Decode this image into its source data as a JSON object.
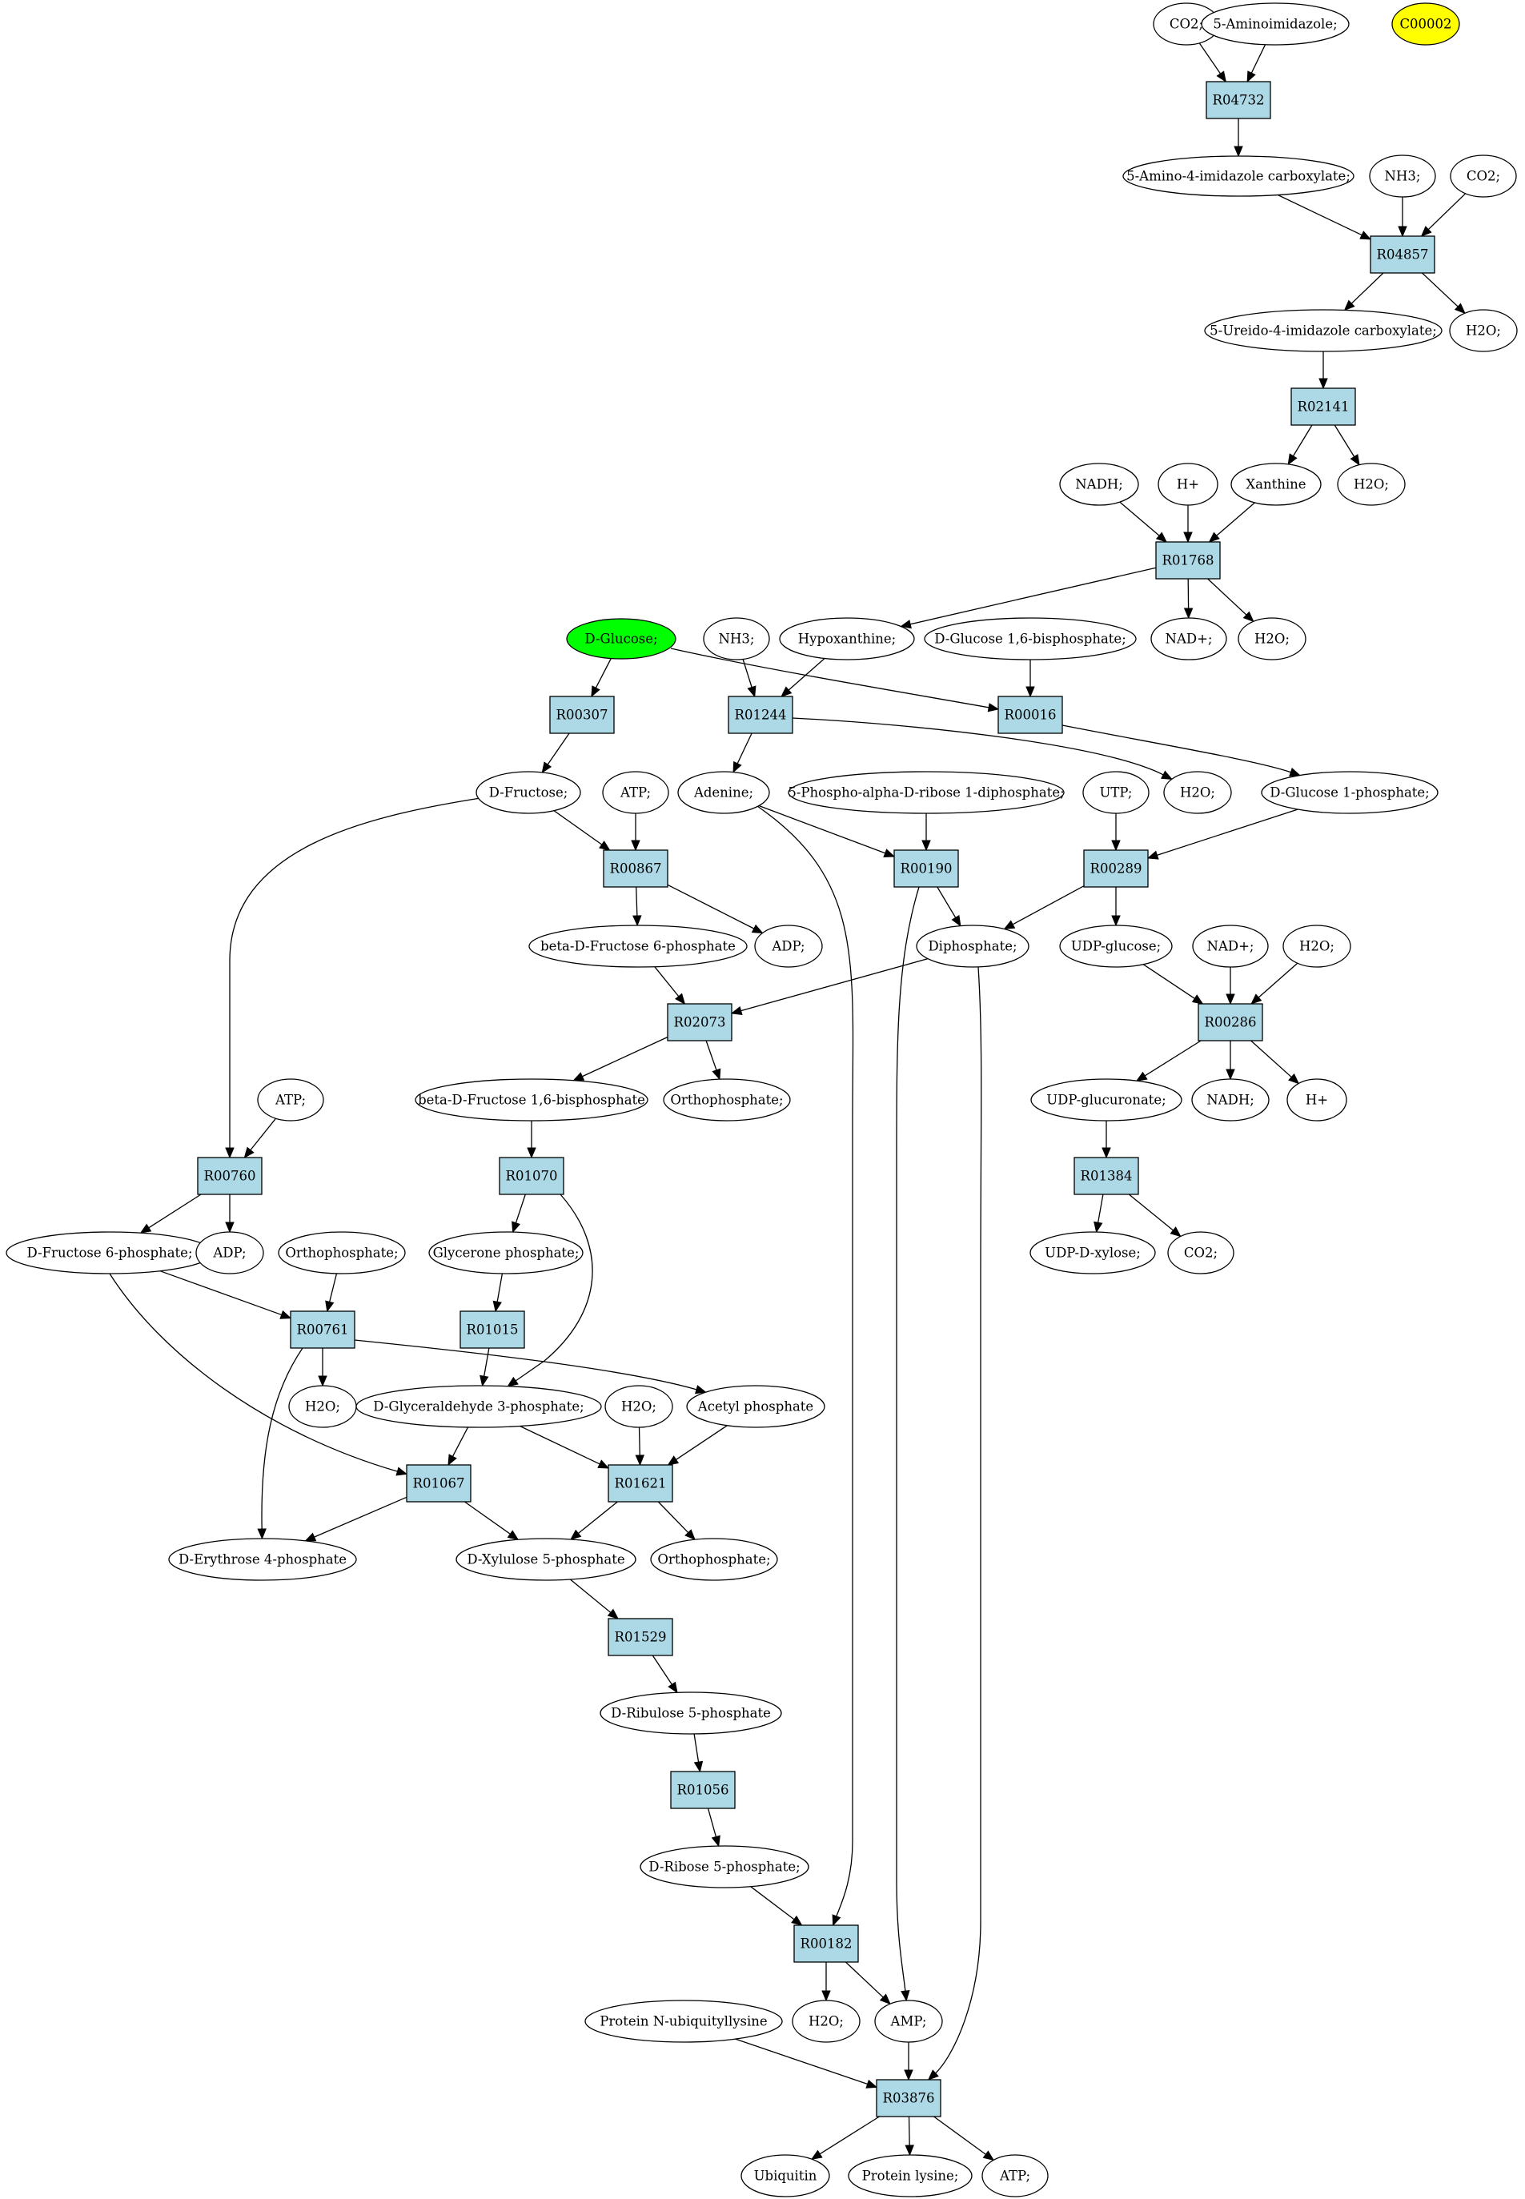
{
  "colors": {
    "reaction_fill": "#add8e6",
    "compound_fill": "#ffffff",
    "start_fill": "#00ff00",
    "target_fill": "#ffff00"
  },
  "nodes": [
    {
      "id": "c_co2_a",
      "kind": "compound",
      "label": "CO2;"
    },
    {
      "id": "c_aminoimid",
      "kind": "compound",
      "label": "5-Aminoimidazole;"
    },
    {
      "id": "c_c00002",
      "kind": "compound",
      "label": "C00002",
      "highlight": "target"
    },
    {
      "id": "r_R04732",
      "kind": "reaction",
      "label": "R04732"
    },
    {
      "id": "c_aaic",
      "kind": "compound",
      "label": "5-Amino-4-imidazole carboxylate;"
    },
    {
      "id": "c_nh3_a",
      "kind": "compound",
      "label": "NH3;"
    },
    {
      "id": "c_co2_b",
      "kind": "compound",
      "label": "CO2;"
    },
    {
      "id": "r_R04857",
      "kind": "reaction",
      "label": "R04857"
    },
    {
      "id": "c_uic",
      "kind": "compound",
      "label": "5-Ureido-4-imidazole carboxylate;"
    },
    {
      "id": "c_h2o_a",
      "kind": "compound",
      "label": "H2O;"
    },
    {
      "id": "r_R02141",
      "kind": "reaction",
      "label": "R02141"
    },
    {
      "id": "c_nadh_a",
      "kind": "compound",
      "label": "NADH;"
    },
    {
      "id": "c_hplus_a",
      "kind": "compound",
      "label": "H+"
    },
    {
      "id": "c_xanthine",
      "kind": "compound",
      "label": "Xanthine"
    },
    {
      "id": "c_h2o_b",
      "kind": "compound",
      "label": "H2O;"
    },
    {
      "id": "r_R01768",
      "kind": "reaction",
      "label": "R01768"
    },
    {
      "id": "c_dglucose",
      "kind": "compound",
      "label": "D-Glucose;",
      "highlight": "start"
    },
    {
      "id": "c_nh3_b",
      "kind": "compound",
      "label": "NH3;"
    },
    {
      "id": "c_hypox",
      "kind": "compound",
      "label": "Hypoxanthine;"
    },
    {
      "id": "c_g16bp",
      "kind": "compound",
      "label": "D-Glucose 1,6-bisphosphate;"
    },
    {
      "id": "c_nadp_a",
      "kind": "compound",
      "label": "NAD+;"
    },
    {
      "id": "c_h2o_c",
      "kind": "compound",
      "label": "H2O;"
    },
    {
      "id": "r_R00307",
      "kind": "reaction",
      "label": "R00307"
    },
    {
      "id": "r_R01244",
      "kind": "reaction",
      "label": "R01244"
    },
    {
      "id": "r_R00016",
      "kind": "reaction",
      "label": "R00016"
    },
    {
      "id": "c_dfructose",
      "kind": "compound",
      "label": "D-Fructose;"
    },
    {
      "id": "c_atp_a",
      "kind": "compound",
      "label": "ATP;"
    },
    {
      "id": "c_adenine",
      "kind": "compound",
      "label": "Adenine;"
    },
    {
      "id": "c_prpp",
      "kind": "compound",
      "label": "5-Phospho-alpha-D-ribose 1-diphosphate;"
    },
    {
      "id": "c_utp",
      "kind": "compound",
      "label": "UTP;"
    },
    {
      "id": "c_h2o_d",
      "kind": "compound",
      "label": "H2O;"
    },
    {
      "id": "c_g1p",
      "kind": "compound",
      "label": "D-Glucose 1-phosphate;"
    },
    {
      "id": "r_R00867",
      "kind": "reaction",
      "label": "R00867"
    },
    {
      "id": "r_R00190",
      "kind": "reaction",
      "label": "R00190"
    },
    {
      "id": "r_R00289",
      "kind": "reaction",
      "label": "R00289"
    },
    {
      "id": "c_bf6p",
      "kind": "compound",
      "label": "beta-D-Fructose 6-phosphate"
    },
    {
      "id": "c_adp_a",
      "kind": "compound",
      "label": "ADP;"
    },
    {
      "id": "c_diphos",
      "kind": "compound",
      "label": "Diphosphate;"
    },
    {
      "id": "c_udpglc",
      "kind": "compound",
      "label": "UDP-glucose;"
    },
    {
      "id": "c_nadp_b",
      "kind": "compound",
      "label": "NAD+;"
    },
    {
      "id": "c_h2o_e",
      "kind": "compound",
      "label": "H2O;"
    },
    {
      "id": "r_R02073",
      "kind": "reaction",
      "label": "R02073"
    },
    {
      "id": "r_R00286",
      "kind": "reaction",
      "label": "R00286"
    },
    {
      "id": "c_atp_b",
      "kind": "compound",
      "label": "ATP;"
    },
    {
      "id": "c_bf16bp",
      "kind": "compound",
      "label": "beta-D-Fructose 1,6-bisphosphate"
    },
    {
      "id": "c_ortho_a",
      "kind": "compound",
      "label": "Orthophosphate;"
    },
    {
      "id": "c_udpglcua",
      "kind": "compound",
      "label": "UDP-glucuronate;"
    },
    {
      "id": "c_nadh_b",
      "kind": "compound",
      "label": "NADH;"
    },
    {
      "id": "c_hplus_b",
      "kind": "compound",
      "label": "H+"
    },
    {
      "id": "r_R00760",
      "kind": "reaction",
      "label": "R00760"
    },
    {
      "id": "r_R01070",
      "kind": "reaction",
      "label": "R01070"
    },
    {
      "id": "r_R01384",
      "kind": "reaction",
      "label": "R01384"
    },
    {
      "id": "c_df6p",
      "kind": "compound",
      "label": "D-Fructose 6-phosphate;"
    },
    {
      "id": "c_adp_b",
      "kind": "compound",
      "label": "ADP;"
    },
    {
      "id": "c_ortho_b",
      "kind": "compound",
      "label": "Orthophosphate;"
    },
    {
      "id": "c_glycp",
      "kind": "compound",
      "label": "Glycerone phosphate;"
    },
    {
      "id": "c_udpxyl",
      "kind": "compound",
      "label": "UDP-D-xylose;"
    },
    {
      "id": "c_co2_c",
      "kind": "compound",
      "label": "CO2;"
    },
    {
      "id": "r_R00761",
      "kind": "reaction",
      "label": "R00761"
    },
    {
      "id": "r_R01015",
      "kind": "reaction",
      "label": "R01015"
    },
    {
      "id": "c_h2o_f",
      "kind": "compound",
      "label": "H2O;"
    },
    {
      "id": "c_dg3p",
      "kind": "compound",
      "label": "D-Glyceraldehyde 3-phosphate;"
    },
    {
      "id": "c_h2o_g",
      "kind": "compound",
      "label": "H2O;"
    },
    {
      "id": "c_acetylp",
      "kind": "compound",
      "label": "Acetyl phosphate"
    },
    {
      "id": "r_R01067",
      "kind": "reaction",
      "label": "R01067"
    },
    {
      "id": "r_R01621",
      "kind": "reaction",
      "label": "R01621"
    },
    {
      "id": "c_de4p",
      "kind": "compound",
      "label": "D-Erythrose 4-phosphate"
    },
    {
      "id": "c_dx5p",
      "kind": "compound",
      "label": "D-Xylulose 5-phosphate"
    },
    {
      "id": "c_ortho_c",
      "kind": "compound",
      "label": "Orthophosphate;"
    },
    {
      "id": "r_R01529",
      "kind": "reaction",
      "label": "R01529"
    },
    {
      "id": "c_dru5p",
      "kind": "compound",
      "label": "D-Ribulose 5-phosphate"
    },
    {
      "id": "r_R01056",
      "kind": "reaction",
      "label": "R01056"
    },
    {
      "id": "c_dr5p",
      "kind": "compound",
      "label": "D-Ribose 5-phosphate;"
    },
    {
      "id": "r_R00182",
      "kind": "reaction",
      "label": "R00182"
    },
    {
      "id": "c_protubq",
      "kind": "compound",
      "label": "Protein N-ubiquityllysine"
    },
    {
      "id": "c_h2o_h",
      "kind": "compound",
      "label": "H2O;"
    },
    {
      "id": "c_amp",
      "kind": "compound",
      "label": "AMP;"
    },
    {
      "id": "r_R03876",
      "kind": "reaction",
      "label": "R03876"
    },
    {
      "id": "c_ubiquitin",
      "kind": "compound",
      "label": "Ubiquitin"
    },
    {
      "id": "c_protlys",
      "kind": "compound",
      "label": "Protein lysine;"
    },
    {
      "id": "c_atp_c",
      "kind": "compound",
      "label": "ATP;"
    }
  ],
  "edges": [
    {
      "from": "c_co2_a",
      "to": "r_R04732"
    },
    {
      "from": "c_aminoimid",
      "to": "r_R04732"
    },
    {
      "from": "r_R04732",
      "to": "c_aaic"
    },
    {
      "from": "c_aaic",
      "to": "r_R04857"
    },
    {
      "from": "c_nh3_a",
      "to": "r_R04857"
    },
    {
      "from": "c_co2_b",
      "to": "r_R04857"
    },
    {
      "from": "r_R04857",
      "to": "c_uic"
    },
    {
      "from": "r_R04857",
      "to": "c_h2o_a"
    },
    {
      "from": "c_uic",
      "to": "r_R02141"
    },
    {
      "from": "r_R02141",
      "to": "c_xanthine"
    },
    {
      "from": "r_R02141",
      "to": "c_h2o_b"
    },
    {
      "from": "c_nadh_a",
      "to": "r_R01768"
    },
    {
      "from": "c_hplus_a",
      "to": "r_R01768"
    },
    {
      "from": "c_xanthine",
      "to": "r_R01768"
    },
    {
      "from": "r_R01768",
      "to": "c_hypox"
    },
    {
      "from": "r_R01768",
      "to": "c_nadp_a"
    },
    {
      "from": "r_R01768",
      "to": "c_h2o_c"
    },
    {
      "from": "c_dglucose",
      "to": "r_R00307"
    },
    {
      "from": "c_dglucose",
      "to": "r_R00016"
    },
    {
      "from": "c_g16bp",
      "to": "r_R00016"
    },
    {
      "from": "c_nh3_b",
      "to": "r_R01244"
    },
    {
      "from": "c_hypox",
      "to": "r_R01244"
    },
    {
      "from": "r_R00307",
      "to": "c_dfructose"
    },
    {
      "from": "r_R01244",
      "to": "c_adenine"
    },
    {
      "from": "r_R01244",
      "to": "c_h2o_d"
    },
    {
      "from": "r_R00016",
      "to": "c_g1p"
    },
    {
      "from": "c_dfructose",
      "to": "r_R00867"
    },
    {
      "from": "c_atp_a",
      "to": "r_R00867"
    },
    {
      "from": "c_dfructose",
      "to": "r_R00760"
    },
    {
      "from": "c_adenine",
      "to": "r_R00190"
    },
    {
      "from": "c_prpp",
      "to": "r_R00190"
    },
    {
      "from": "c_adenine",
      "to": "r_R00182"
    },
    {
      "from": "c_utp",
      "to": "r_R00289"
    },
    {
      "from": "c_g1p",
      "to": "r_R00289"
    },
    {
      "from": "r_R00867",
      "to": "c_bf6p"
    },
    {
      "from": "r_R00867",
      "to": "c_adp_a"
    },
    {
      "from": "r_R00190",
      "to": "c_diphos"
    },
    {
      "from": "r_R00190",
      "to": "c_amp"
    },
    {
      "from": "r_R00289",
      "to": "c_diphos"
    },
    {
      "from": "r_R00289",
      "to": "c_udpglc"
    },
    {
      "from": "c_bf6p",
      "to": "r_R02073"
    },
    {
      "from": "c_diphos",
      "to": "r_R02073"
    },
    {
      "from": "c_diphos",
      "to": "r_R03876"
    },
    {
      "from": "c_udpglc",
      "to": "r_R00286"
    },
    {
      "from": "c_nadp_b",
      "to": "r_R00286"
    },
    {
      "from": "c_h2o_e",
      "to": "r_R00286"
    },
    {
      "from": "r_R02073",
      "to": "c_bf16bp"
    },
    {
      "from": "r_R02073",
      "to": "c_ortho_a"
    },
    {
      "from": "r_R00286",
      "to": "c_udpglcua"
    },
    {
      "from": "r_R00286",
      "to": "c_nadh_b"
    },
    {
      "from": "r_R00286",
      "to": "c_hplus_b"
    },
    {
      "from": "c_atp_b",
      "to": "r_R00760"
    },
    {
      "from": "c_bf16bp",
      "to": "r_R01070"
    },
    {
      "from": "c_udpglcua",
      "to": "r_R01384"
    },
    {
      "from": "r_R00760",
      "to": "c_df6p"
    },
    {
      "from": "r_R00760",
      "to": "c_adp_b"
    },
    {
      "from": "r_R01070",
      "to": "c_glycp"
    },
    {
      "from": "r_R01070",
      "to": "c_dg3p"
    },
    {
      "from": "r_R01384",
      "to": "c_udpxyl"
    },
    {
      "from": "r_R01384",
      "to": "c_co2_c"
    },
    {
      "from": "c_df6p",
      "to": "r_R00761"
    },
    {
      "from": "c_ortho_b",
      "to": "r_R00761"
    },
    {
      "from": "c_df6p",
      "to": "r_R01067"
    },
    {
      "from": "c_glycp",
      "to": "r_R01015"
    },
    {
      "from": "r_R00761",
      "to": "c_h2o_f"
    },
    {
      "from": "r_R00761",
      "to": "c_acetylp"
    },
    {
      "from": "r_R00761",
      "to": "c_de4p"
    },
    {
      "from": "r_R01015",
      "to": "c_dg3p"
    },
    {
      "from": "c_dg3p",
      "to": "r_R01067"
    },
    {
      "from": "c_dg3p",
      "to": "r_R01621"
    },
    {
      "from": "c_h2o_g",
      "to": "r_R01621"
    },
    {
      "from": "c_acetylp",
      "to": "r_R01621"
    },
    {
      "from": "r_R01067",
      "to": "c_de4p"
    },
    {
      "from": "r_R01067",
      "to": "c_dx5p"
    },
    {
      "from": "r_R01621",
      "to": "c_dx5p"
    },
    {
      "from": "r_R01621",
      "to": "c_ortho_c"
    },
    {
      "from": "c_dx5p",
      "to": "r_R01529"
    },
    {
      "from": "r_R01529",
      "to": "c_dru5p"
    },
    {
      "from": "c_dru5p",
      "to": "r_R01056"
    },
    {
      "from": "r_R01056",
      "to": "c_dr5p"
    },
    {
      "from": "c_dr5p",
      "to": "r_R00182"
    },
    {
      "from": "r_R00182",
      "to": "c_h2o_h"
    },
    {
      "from": "r_R00182",
      "to": "c_amp"
    },
    {
      "from": "c_protubq",
      "to": "r_R03876"
    },
    {
      "from": "c_amp",
      "to": "r_R03876"
    },
    {
      "from": "r_R03876",
      "to": "c_ubiquitin"
    },
    {
      "from": "r_R03876",
      "to": "c_protlys"
    },
    {
      "from": "r_R03876",
      "to": "c_atp_c"
    }
  ]
}
